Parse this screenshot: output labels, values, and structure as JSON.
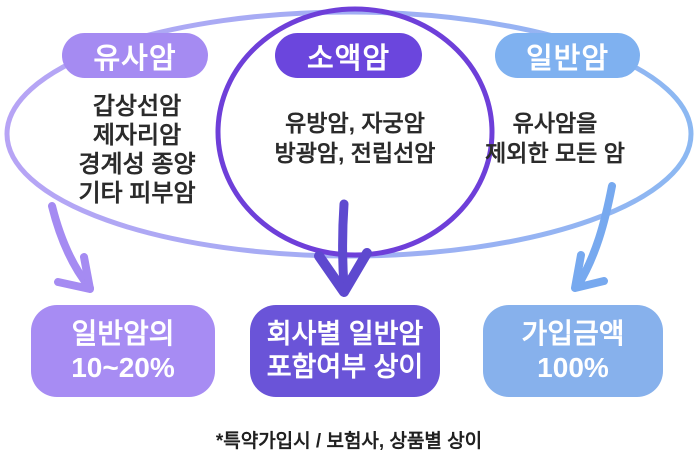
{
  "venn": {
    "sets": [
      {
        "label": "유사암",
        "members": "갑상선암\n제자리암\n경계성 종양\n기타 피부암"
      },
      {
        "label": "소액암",
        "members": "유방암, 자궁암\n방광암, 전립선암"
      },
      {
        "label": "일반암",
        "members": "유사암을\n제외한 모든 암"
      }
    ],
    "outcomes": [
      {
        "text": "일반암의\n10~20%"
      },
      {
        "text": "회사별 일반암\n포함여부 상이"
      },
      {
        "text": "가입금액\n100%"
      }
    ],
    "footnote": "*특약가입시 / 보험사, 상품별 상이",
    "colors": {
      "outer_ellipse_left": "#b7a4f5",
      "outer_ellipse_right": "#8cb8f2",
      "center_circle": "#6e3fd9",
      "pill_similar": "#a58bf2",
      "pill_minor": "#6b46dd",
      "pill_general": "#7fb1f0",
      "outcome_similar": "#a78cf3",
      "outcome_minor": "#6a54d8",
      "outcome_general": "#87b1ec",
      "arrow_left": "#a58bf2",
      "arrow_center": "#5e49cf",
      "arrow_right": "#77a9ef",
      "member_text": "#2b2b2b",
      "footnote_text": "#202020"
    }
  }
}
